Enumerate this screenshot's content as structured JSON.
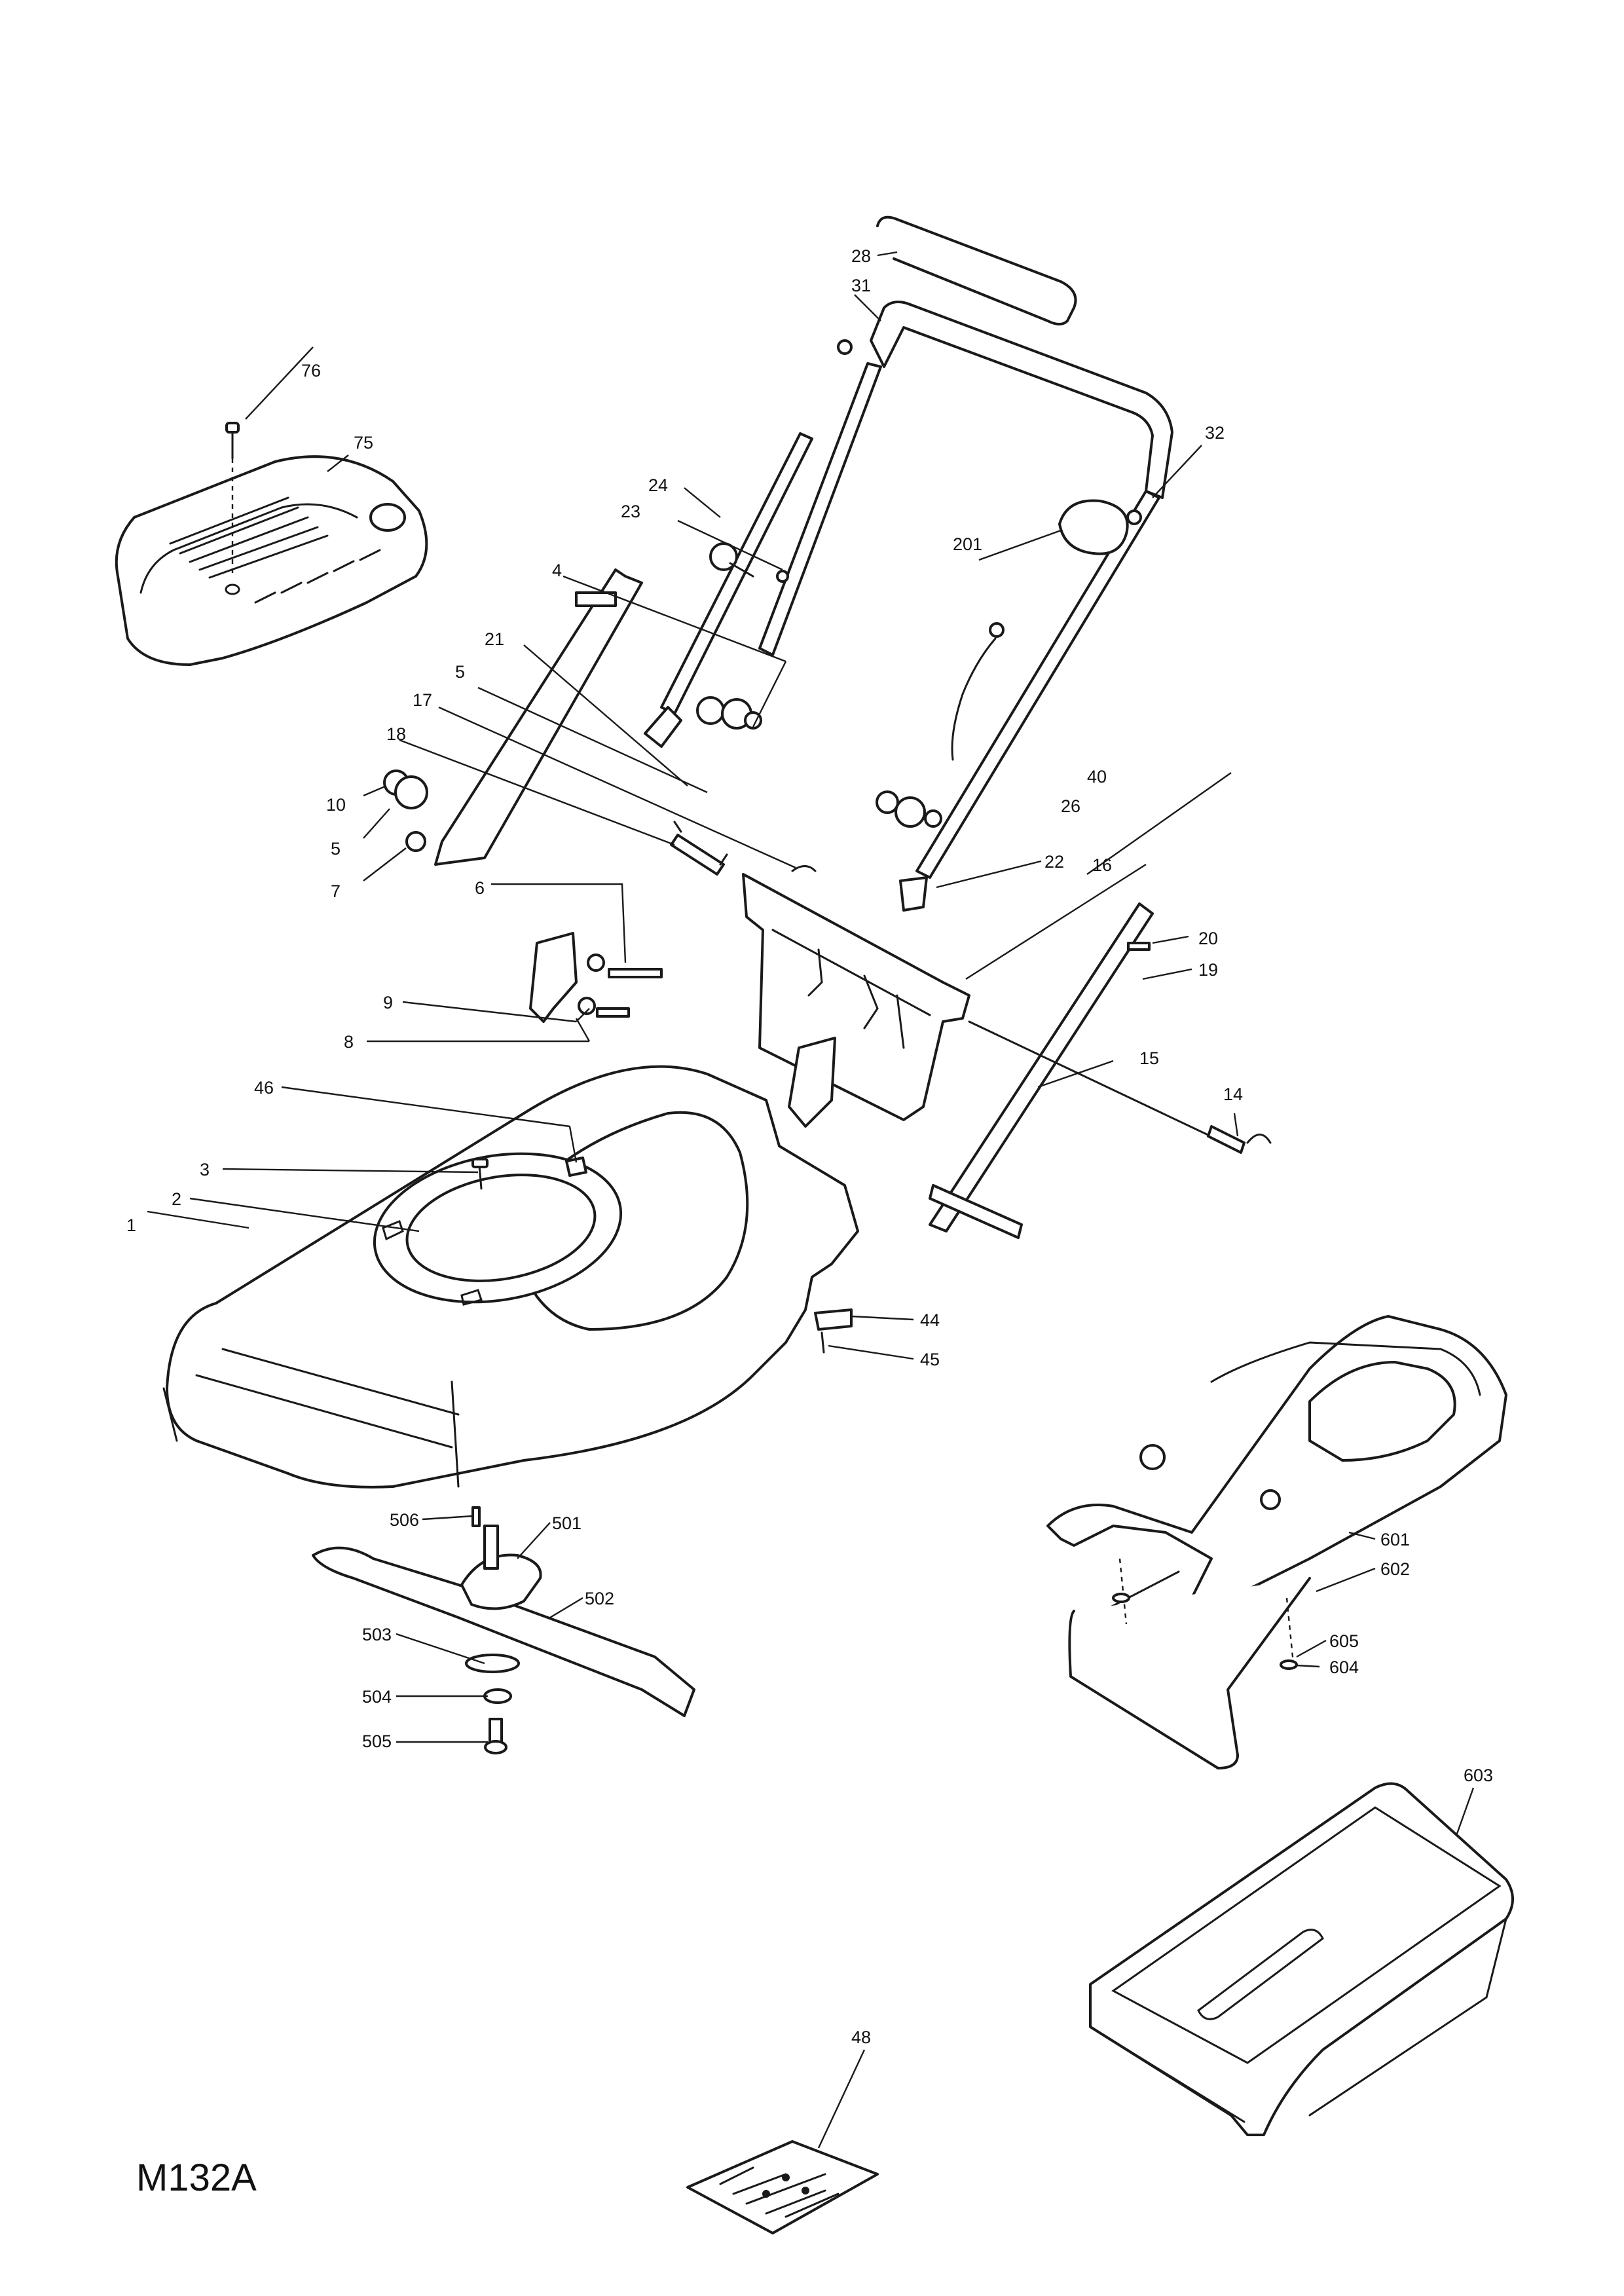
{
  "drawing_code": "M132A",
  "labels": {
    "l1": "1",
    "l2": "2",
    "l3": "3",
    "l4": "4",
    "l5a": "5",
    "l5b": "5",
    "l6": "6",
    "l7": "7",
    "l8": "8",
    "l9": "9",
    "l10": "10",
    "l14": "14",
    "l15": "15",
    "l16": "16",
    "l17": "17",
    "l18": "18",
    "l19": "19",
    "l20": "20",
    "l21": "21",
    "l22": "22",
    "l23": "23",
    "l24": "24",
    "l26": "26",
    "l28": "28",
    "l31": "31",
    "l32": "32",
    "l40": "40",
    "l44": "44",
    "l45": "45",
    "l46": "46",
    "l48": "48",
    "l75": "75",
    "l76": "76",
    "l201": "201",
    "l501": "501",
    "l502": "502",
    "l503": "503",
    "l504": "504",
    "l505": "505",
    "l506": "506",
    "l601": "601",
    "l602": "602",
    "l603": "603",
    "l604": "604",
    "l605": "605"
  },
  "colors": {
    "line": "#1a1a1a",
    "background": "#ffffff"
  }
}
